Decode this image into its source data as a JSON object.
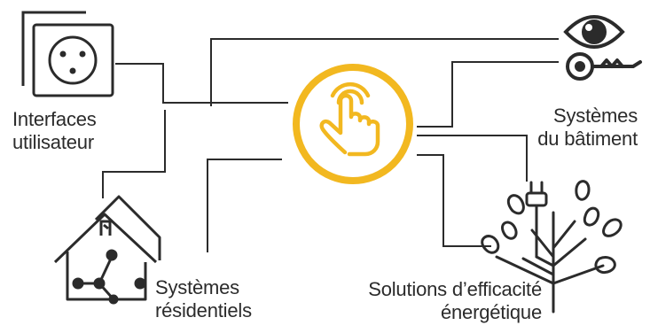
{
  "colors": {
    "ink": "#2b2b2b",
    "accent": "#f2b820",
    "background": "#ffffff"
  },
  "hub": {
    "icon": "touch-hand-icon"
  },
  "nodes": {
    "user_interfaces": {
      "icon": "power-socket-icon",
      "label_line1": "Interfaces",
      "label_line2": "utilisateur"
    },
    "building_systems": {
      "icons": [
        "eye-icon",
        "key-icon"
      ],
      "label_line1": "Systèmes",
      "label_line2": "du bâtiment"
    },
    "residential_systems": {
      "icon": "smart-house-icon",
      "label_line1": "Systèmes",
      "label_line2": "résidentiels"
    },
    "energy_efficiency": {
      "icon": "plug-tree-icon",
      "label_line1": "Solutions d’efficacité",
      "label_line2": "énergétique"
    }
  }
}
